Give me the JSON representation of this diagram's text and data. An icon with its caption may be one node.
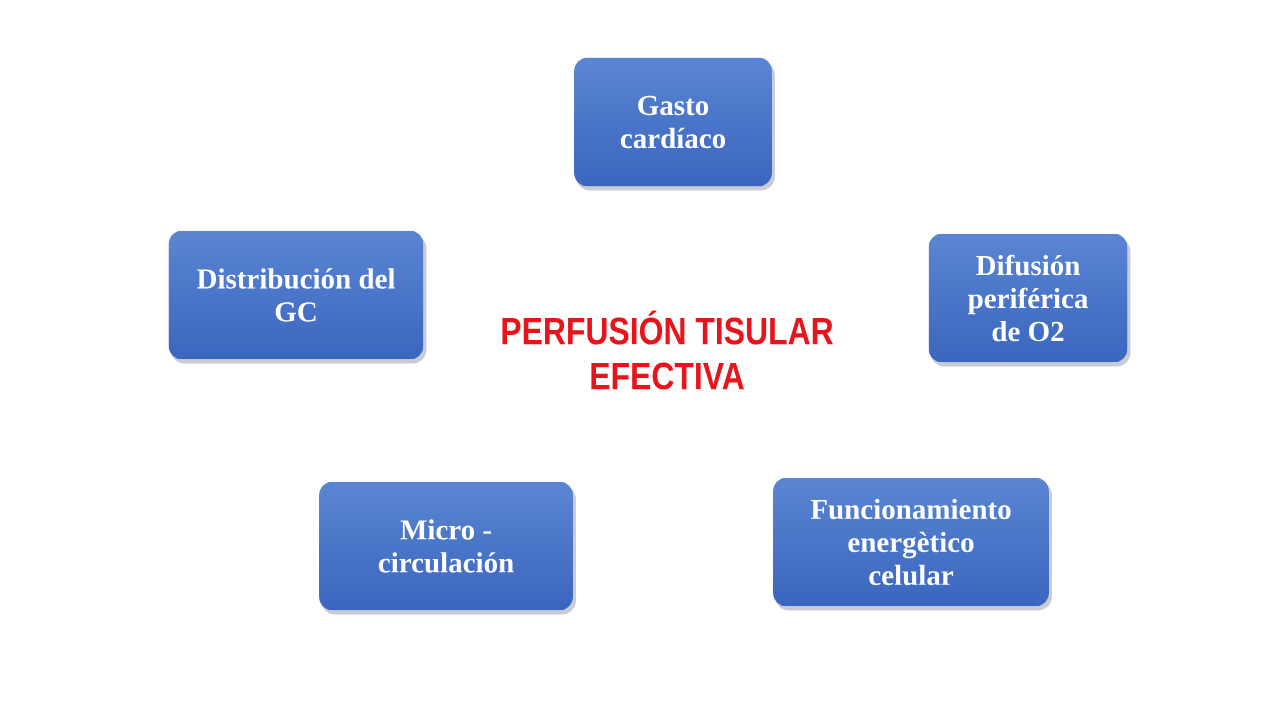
{
  "diagram": {
    "title": "PERFUSIÓN TISULAR EFECTIVA",
    "nodes": [
      {
        "text": [
          "Gasto cardíaco"
        ]
      },
      {
        "text": [
          "Distribución del GC"
        ]
      },
      {
        "text": [
          "Difusión periférica de O2"
        ]
      },
      {
        "text": [
          "Micro - circulación"
        ]
      },
      {
        "text": [
          "Funcionamiento energètico celular"
        ]
      }
    ]
  }
}
